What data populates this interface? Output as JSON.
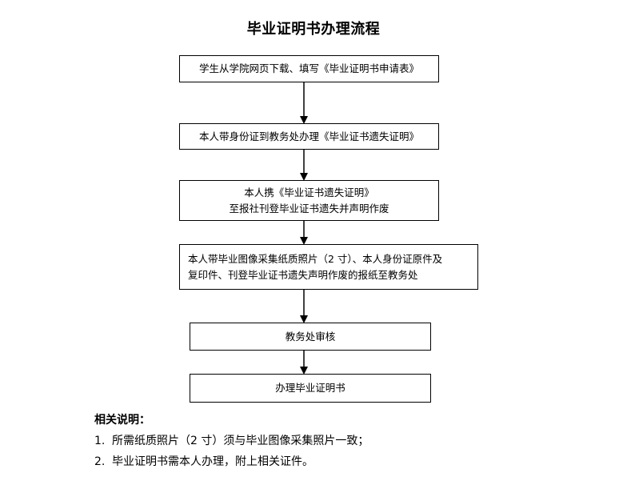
{
  "title": "毕业证明书办理流程",
  "steps": [
    {
      "lines": [
        "学生从学院网页下载、填写《毕业证明书申请表》"
      ]
    },
    {
      "lines": [
        "本人带身份证到教务处办理《毕业证书遗失证明》"
      ]
    },
    {
      "lines": [
        "本人携《毕业证书遗失证明》",
        "至报社刊登毕业证书遗失并声明作废"
      ]
    },
    {
      "lines": [
        "本人带毕业图像采集纸质照片（2 寸）、本人身份证原件及",
        "复印件、刊登毕业证书遗失声明作废的报纸至教务处"
      ]
    },
    {
      "lines": [
        "教务处审核"
      ]
    },
    {
      "lines": [
        "办理毕业证明书"
      ]
    }
  ],
  "notes": {
    "heading": "相关说明：",
    "items": [
      {
        "num": "1.",
        "text": "所需纸质照片（2 寸）须与毕业图像采集照片一致；"
      },
      {
        "num": "2.",
        "text": "毕业证明书需本人办理，附上相关证件。"
      }
    ]
  }
}
